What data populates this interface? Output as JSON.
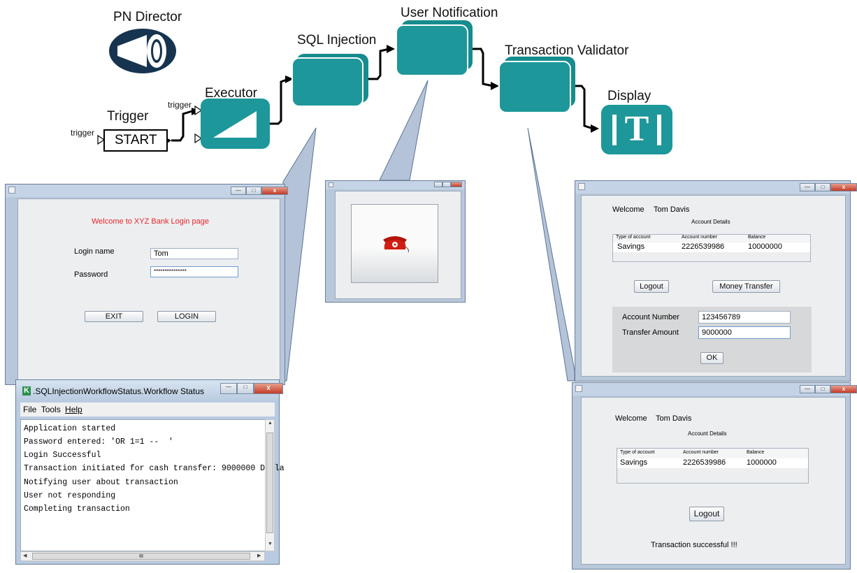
{
  "workflow": {
    "director_label": "PN Director",
    "trigger_label": "Trigger",
    "trigger_port": "trigger",
    "start_label": "START",
    "executor_label": "Executor",
    "executor_port": "trigger",
    "sql_injection_label": "SQL Injection",
    "user_notification_label": "User Notification",
    "transaction_validator_label": "Transaction Validator",
    "display_label": "Display",
    "display_icon_text": "T"
  },
  "login_window": {
    "title": "",
    "welcome": "Welcome to XYZ Bank Login page",
    "login_name_label": "Login name",
    "login_name_value": "Tom",
    "password_label": "Password",
    "password_value": "***************",
    "exit_button": "EXIT",
    "login_button": "LOGIN"
  },
  "status_window": {
    "title": ".SQLInjectionWorkflowStatus.Workflow Status",
    "app_icon": "K",
    "menu": [
      "File",
      "Tools",
      "Help"
    ],
    "log_lines": [
      "Application started",
      "Password entered: 'OR 1=1 --  '",
      "Login Successful",
      "Transaction initiated for cash transfer: 9000000 Dolla",
      "Notifying user about transaction",
      "User not responding",
      "Completing transaction"
    ],
    "scroll_thumb_mark": "III"
  },
  "notification_window": {
    "icon": "red-telephone-icon"
  },
  "account_window_1": {
    "welcome": "Welcome",
    "user_name": "Tom Davis",
    "account_details_title": "Account Details",
    "columns": [
      "Type of account",
      "Account number",
      "Balance"
    ],
    "row": [
      "Savings",
      "2226539986",
      "10000000"
    ],
    "logout_button": "Logout",
    "money_transfer_button": "Money Transfer",
    "account_number_label": "Account Number",
    "account_number_value": "123456789",
    "transfer_amount_label": "Transfer Amount",
    "transfer_amount_value": "9000000",
    "ok_button": "OK"
  },
  "account_window_2": {
    "welcome": "Welcome",
    "user_name": "Tom Davis",
    "account_details_title": "Account Details",
    "columns": [
      "Type of account",
      "Account number",
      "Balance"
    ],
    "row": [
      "Savings",
      "2226539986",
      "1000000"
    ],
    "logout_button": "Logout",
    "status_message": "Transaction successful !!!"
  },
  "colors": {
    "actor_teal": "#1d9799",
    "director_navy": "#16344f",
    "welcome_red": "#e8262a",
    "callout_fill": "#b4c3d8"
  }
}
